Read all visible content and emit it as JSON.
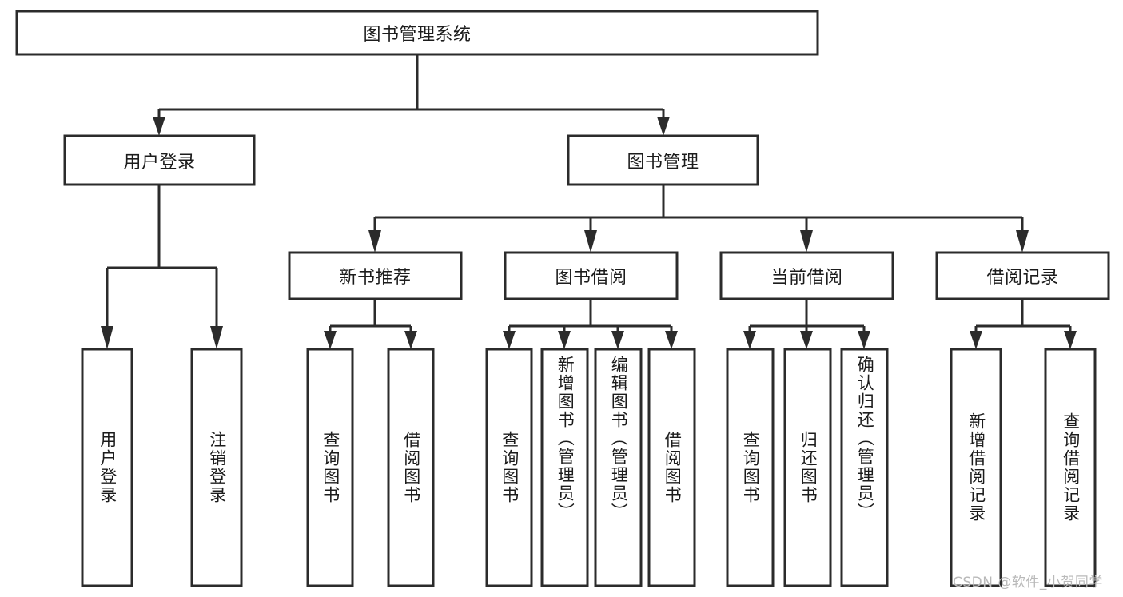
{
  "diagram": {
    "title": "图书管理系统",
    "type": "tree-hierarchy-diagram",
    "colors": {
      "stroke": "#2b2b2b",
      "fill": "#ffffff",
      "text": "#1c1c1c",
      "watermark": "#b9b9b9"
    },
    "root": {
      "label": "图书管理系统"
    },
    "level2": [
      {
        "label": "用户登录"
      },
      {
        "label": "图书管理"
      }
    ],
    "level3": [
      {
        "label": "新书推荐"
      },
      {
        "label": "图书借阅"
      },
      {
        "label": "当前借阅"
      },
      {
        "label": "借阅记录"
      }
    ],
    "leaves": {
      "user_login": [
        {
          "label": "用户登录"
        },
        {
          "label": "注销登录"
        }
      ],
      "new_book_recommend": [
        {
          "label": "查询图书"
        },
        {
          "label": "借阅图书"
        }
      ],
      "book_borrow": [
        {
          "label": "查询图书"
        },
        {
          "label": "新增图书（管理员）"
        },
        {
          "label": "编辑图书（管理员）"
        },
        {
          "label": "借阅图书"
        }
      ],
      "current_borrow": [
        {
          "label": "查询图书"
        },
        {
          "label": "归还图书"
        },
        {
          "label": "确认归还（管理员）"
        }
      ],
      "borrow_record": [
        {
          "label": "新增借阅记录"
        },
        {
          "label": "查询借阅记录"
        }
      ]
    },
    "watermark": "CSDN @软件_小贺同学"
  }
}
